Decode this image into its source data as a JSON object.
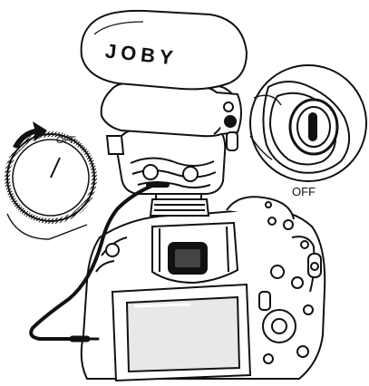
{
  "brand": {
    "logo_text": "JOBY"
  },
  "dial": {
    "label": "OFF"
  },
  "switch_detail": {
    "label": "OFF"
  },
  "colors": {
    "line": "#111111",
    "fill": "#ffffff",
    "shade": "#d9d9d9",
    "dark": "#222222"
  },
  "icons": [
    "rotation-arrow-icon"
  ]
}
